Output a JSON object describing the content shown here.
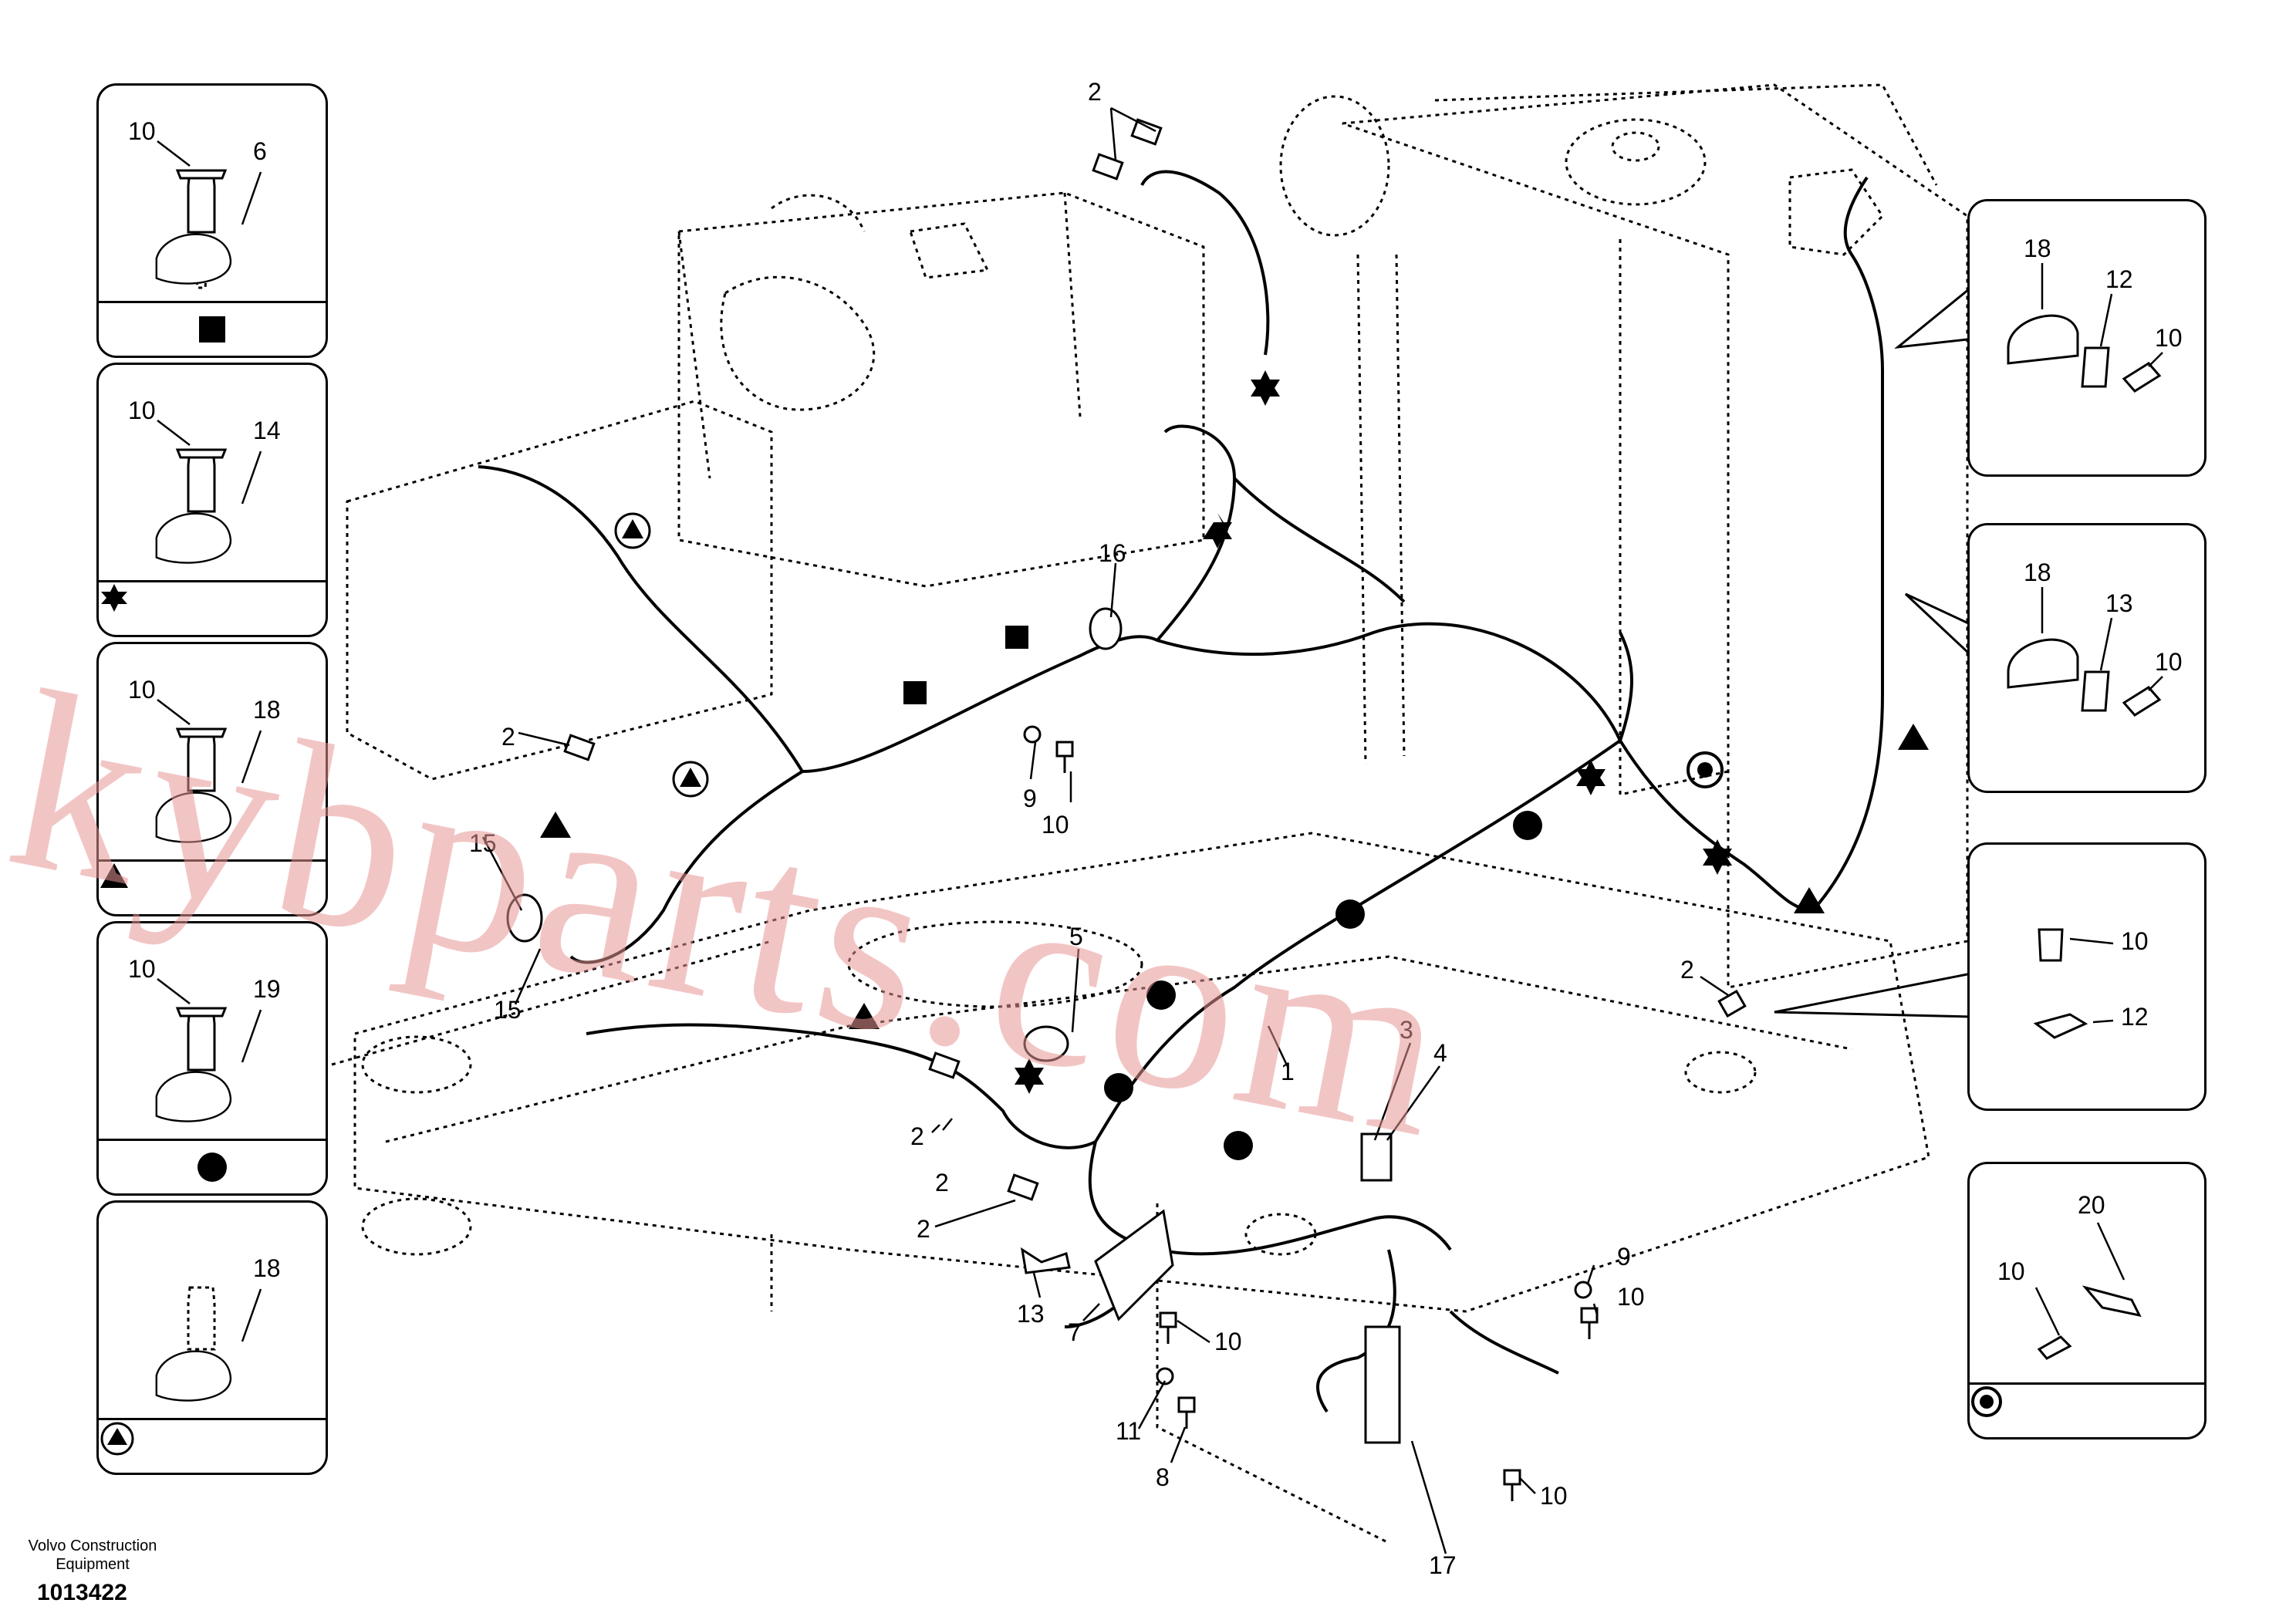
{
  "legend": [
    {
      "bolt": "10",
      "part": "6",
      "symbol": "square"
    },
    {
      "bolt": "10",
      "part": "14",
      "symbol": "star"
    },
    {
      "bolt": "10",
      "part": "18",
      "symbol": "triangle"
    },
    {
      "bolt": "10",
      "part": "19",
      "symbol": "circle"
    },
    {
      "bolt": "",
      "part": "18",
      "symbol": "circle-triangle"
    }
  ],
  "details": [
    {
      "labels": [
        "18",
        "12",
        "10"
      ]
    },
    {
      "labels": [
        "18",
        "13",
        "10"
      ]
    },
    {
      "labels": [
        "10",
        "12"
      ]
    },
    {
      "labels": [
        "20",
        "10"
      ],
      "symbol": "target"
    }
  ],
  "callouts": [
    "2",
    "2",
    "16",
    "9",
    "10",
    "2",
    "15",
    "15",
    "5",
    "1",
    "3",
    "4",
    "2",
    "2",
    "13",
    "7",
    "10",
    "11",
    "8",
    "9",
    "10",
    "10",
    "17",
    "2"
  ],
  "symbol_colors": {
    "ink": "#000000",
    "watermark": "#e89696"
  },
  "watermark": "kybparts.com",
  "footer": {
    "company": "Volvo Construction Equipment",
    "number": "1013422"
  }
}
